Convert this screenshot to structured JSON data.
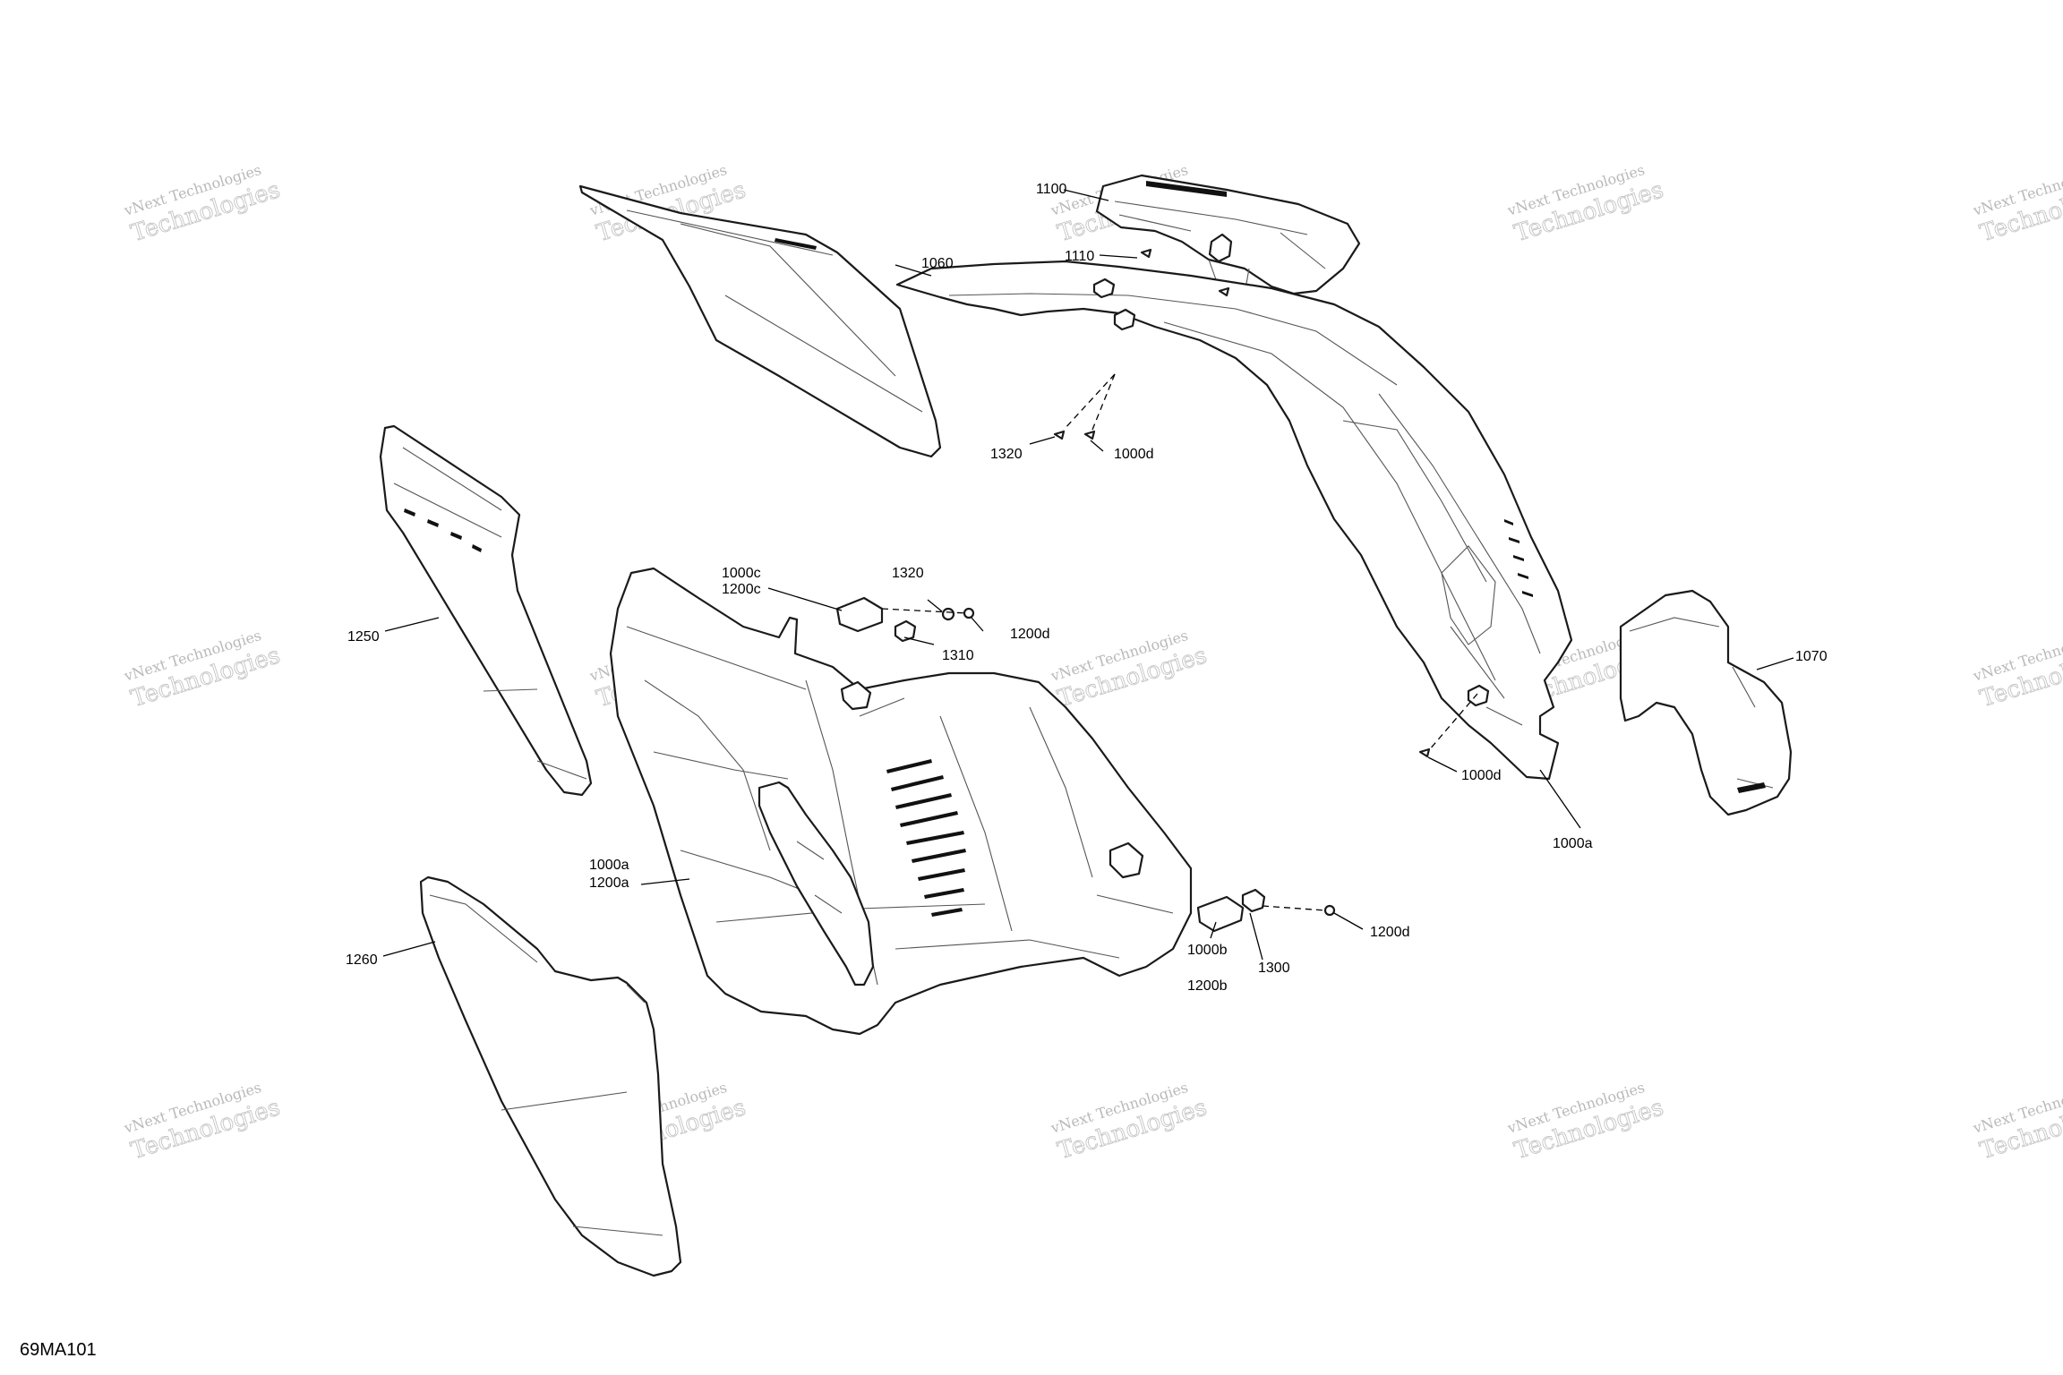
{
  "figure_code": "69MA101",
  "watermark": {
    "line1": "vNext Technologies",
    "line2": "Technologies"
  },
  "callouts": {
    "c1100": "1100",
    "c1110": "1110",
    "c1060": "1060",
    "c1320_top": "1320",
    "c1000d_top": "1000d",
    "c1000c": "1000c",
    "c1200c": "1200c",
    "c1320_mid": "1320",
    "c1200d_mid": "1200d",
    "c1310": "1310",
    "c1250": "1250",
    "c1070": "1070",
    "c1000d_right": "1000d",
    "c1000a_right": "1000a",
    "c1000a_left": "1000a",
    "c1200a": "1200a",
    "c1260": "1260",
    "c1000b": "1000b",
    "c1200b": "1200b",
    "c1300": "1300",
    "c1200d_low": "1200d"
  }
}
